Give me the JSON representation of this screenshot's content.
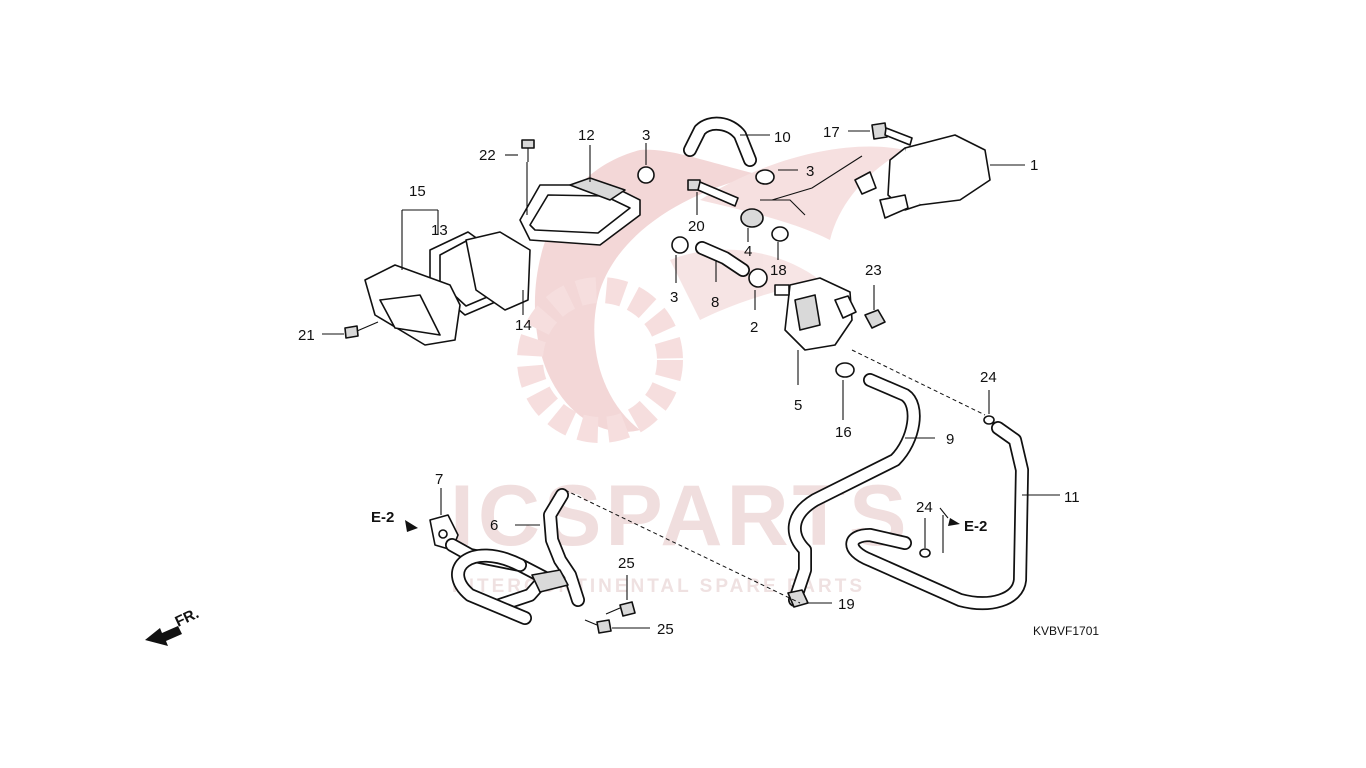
{
  "watermark": {
    "brand": "ICSPARTS",
    "tagline": "INTERCONTINENTAL SPARE PARTS"
  },
  "diagram": {
    "code": "KVBVF1701",
    "direction_label": "FR.",
    "ref_label": "E-2"
  },
  "callouts": {
    "c1": "1",
    "c2": "2",
    "c3a": "3",
    "c3b": "3",
    "c3c": "3",
    "c4": "4",
    "c5": "5",
    "c6": "6",
    "c7": "7",
    "c8": "8",
    "c9": "9",
    "c10": "10",
    "c11": "11",
    "c12": "12",
    "c13": "13",
    "c14": "14",
    "c15": "15",
    "c16": "16",
    "c17": "17",
    "c18": "18",
    "c19": "19",
    "c20": "20",
    "c21": "21",
    "c22": "22",
    "c23": "23",
    "c24a": "24",
    "c24b": "24",
    "c25a": "25",
    "c25b": "25"
  },
  "colors": {
    "line": "#111111",
    "watermark": "#f0c9c9"
  }
}
